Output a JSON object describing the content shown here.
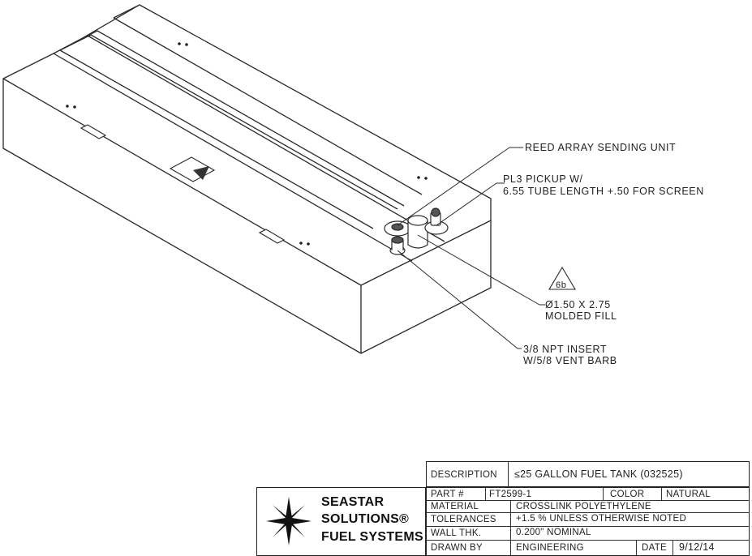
{
  "callouts": {
    "sending_unit": "REED ARRAY SENDING UNIT",
    "pickup_line1": "PL3 PICKUP W/",
    "pickup_line2": "6.55 TUBE LENGTH +.50 FOR SCREEN",
    "revision_symbol": "6b",
    "fill_line1": "Ø1.50 X 2.75",
    "fill_line2": "MOLDED FILL",
    "insert_line1": "3/8 NPT INSERT",
    "insert_line2": "W/5/8 VENT BARB"
  },
  "title_block": {
    "logo_line1": "SEASTAR",
    "logo_line2": "SOLUTIONS®",
    "logo_line3": "FUEL SYSTEMS",
    "description_label": "DESCRIPTION",
    "description_value": "≤25 GALLON FUEL TANK (032525)",
    "part_label": "PART #",
    "part_value": "FT2599-1",
    "color_label": "COLOR",
    "color_value": "NATURAL",
    "material_label": "MATERIAL",
    "material_value": "CROSSLINK POLYETHYLENE",
    "tolerances_label": "TOLERANCES",
    "tolerances_value": "+1.5 % UNLESS OTHERWISE NOTED",
    "wall_label": "WALL THK.",
    "wall_value": "0.200\" NOMINAL",
    "drawn_label": "DRAWN BY",
    "drawn_value": "ENGINEERING",
    "date_label": "DATE",
    "date_value": "9/12/14"
  },
  "colors": {
    "line": "#2a2a2a",
    "background": "#ffffff"
  }
}
